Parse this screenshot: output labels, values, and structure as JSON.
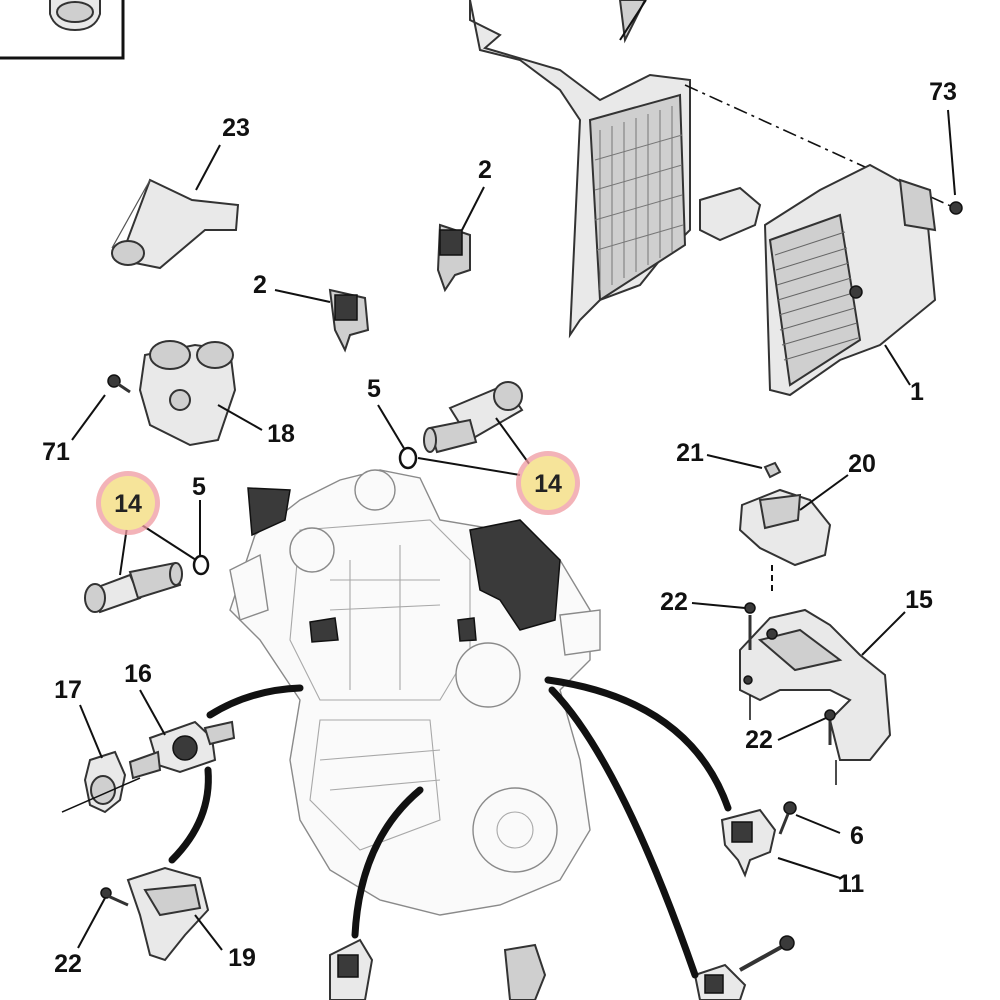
{
  "diagram": {
    "background": "#ffffff",
    "highlight_fill": "#f6e49a",
    "highlight_ring": "#ef9aa0",
    "callouts": [
      {
        "id": "c73",
        "label": "73"
      },
      {
        "id": "c23",
        "label": "23"
      },
      {
        "id": "c2a",
        "label": "2"
      },
      {
        "id": "c2b",
        "label": "2"
      },
      {
        "id": "c1",
        "label": "1"
      },
      {
        "id": "c5a",
        "label": "5"
      },
      {
        "id": "c14a",
        "label": "14",
        "highlight": true
      },
      {
        "id": "c71",
        "label": "71"
      },
      {
        "id": "c18",
        "label": "18"
      },
      {
        "id": "c14b",
        "label": "14",
        "highlight": true
      },
      {
        "id": "c5b",
        "label": "5"
      },
      {
        "id": "c21",
        "label": "21"
      },
      {
        "id": "c20",
        "label": "20"
      },
      {
        "id": "c22a",
        "label": "22"
      },
      {
        "id": "c15",
        "label": "15"
      },
      {
        "id": "c22b",
        "label": "22"
      },
      {
        "id": "c17",
        "label": "17"
      },
      {
        "id": "c16",
        "label": "16"
      },
      {
        "id": "c6",
        "label": "6"
      },
      {
        "id": "c11",
        "label": "11"
      },
      {
        "id": "c22c",
        "label": "22"
      },
      {
        "id": "c19",
        "label": "19"
      }
    ]
  }
}
